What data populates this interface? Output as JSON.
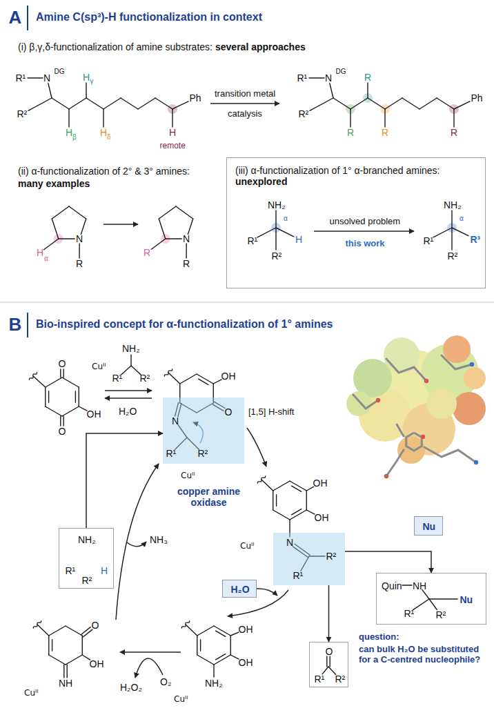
{
  "diagram": {
    "nodes": [
      {
        "text": [
          "(iii) α-functionalization of 1° α-branched amines:",
          "unexplored",
          "NH₂",
          "R¹",
          "H",
          "α",
          "R²",
          "unsolved problem",
          "this work",
          "NH₂",
          "R¹",
          "R³",
          "α",
          "R²"
        ]
      },
      {
        "text": [
          "N",
          "O",
          "R¹",
          "R²"
        ]
      },
      {
        "text": [
          "Nu"
        ]
      },
      {
        "text": [
          "NH₂",
          "R¹",
          "H",
          "R²"
        ]
      },
      {
        "text": [
          "N",
          "R²",
          "R¹"
        ]
      },
      {
        "text": [
          "Quin",
          "NH",
          "R¹",
          "R²",
          "Nu"
        ]
      },
      {
        "text": [
          "H₂O"
        ]
      },
      {
        "text": [
          "O",
          "R¹",
          "R²"
        ]
      }
    ],
    "edges": [
      {
        "from": 3,
        "to": 1,
        "arrow": "to"
      },
      {
        "from": 4,
        "to": 5,
        "arrow": "to"
      },
      {
        "from": 4,
        "to": 7,
        "arrow": "to"
      }
    ],
    "labels": [
      "A",
      "Amine C(sp³)-H functionalization in context",
      "(i) β,γ,δ-functionalization of amine substrates:",
      "several approaches",
      "R¹",
      "N",
      "DG",
      "R²",
      "H",
      "β",
      "H",
      "γ",
      "H",
      "δ",
      "H",
      "remote",
      "Ph",
      "transition metal",
      "catalysis",
      "R¹",
      "N",
      "DG",
      "R²",
      "R",
      "R",
      "R",
      "R",
      "Ph",
      "(ii) α-functionalization of 2° & 3° amines:",
      "many examples",
      "H",
      "α",
      "N",
      "R",
      "R",
      "N",
      "R",
      "B",
      "Bio-inspired concept for α-functionalization of 1° amines",
      "O",
      "OH",
      "O",
      "Cuᴵᴵ",
      "NH₂",
      "R¹",
      "R²",
      "H₂O",
      "OH",
      "Cuᴵᴵ",
      "[1,5] H-shift",
      "OH",
      "OH",
      "Cuᴵᴵ",
      "copper amine oxidase",
      "question:",
      "can bulk H₂O be substituted for a C-centred nucleophile?",
      "OH",
      "OH",
      "NH₂",
      "Cuᴵᴵ",
      "O₂",
      "H₂O₂",
      "O",
      "OH",
      "NH",
      "Cuᴵᴵ",
      "NH₃"
    ]
  }
}
